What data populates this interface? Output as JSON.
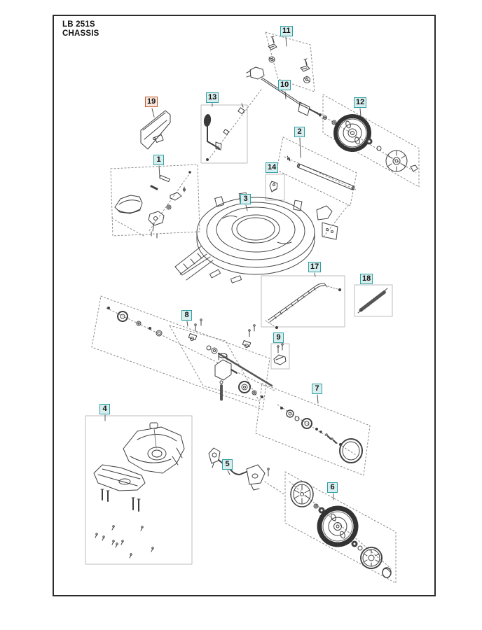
{
  "page": {
    "title_line1": "LB 251S",
    "title_line2": "CHASSIS"
  },
  "colors": {
    "callout_border": "#2fa0a5",
    "callout_bg": "#d8eded",
    "callout_highlight_border": "#c4582e",
    "callout_highlight_bg": "#f6e8de",
    "line_color": "#3f3f3f",
    "dash_color": "#8a8a8a",
    "frame_border": "#2b2b2b"
  },
  "callouts": [
    {
      "number": "1",
      "highlighted": false
    },
    {
      "number": "2",
      "highlighted": false
    },
    {
      "number": "3",
      "highlighted": false
    },
    {
      "number": "4",
      "highlighted": false
    },
    {
      "number": "5",
      "highlighted": false
    },
    {
      "number": "6",
      "highlighted": false
    },
    {
      "number": "7",
      "highlighted": false
    },
    {
      "number": "8",
      "highlighted": false
    },
    {
      "number": "9",
      "highlighted": false
    },
    {
      "number": "10",
      "highlighted": false
    },
    {
      "number": "11",
      "highlighted": false
    },
    {
      "number": "12",
      "highlighted": false
    },
    {
      "number": "13",
      "highlighted": false
    },
    {
      "number": "14",
      "highlighted": false
    },
    {
      "number": "17",
      "highlighted": false
    },
    {
      "number": "18",
      "highlighted": false
    },
    {
      "number": "19",
      "highlighted": true
    }
  ]
}
